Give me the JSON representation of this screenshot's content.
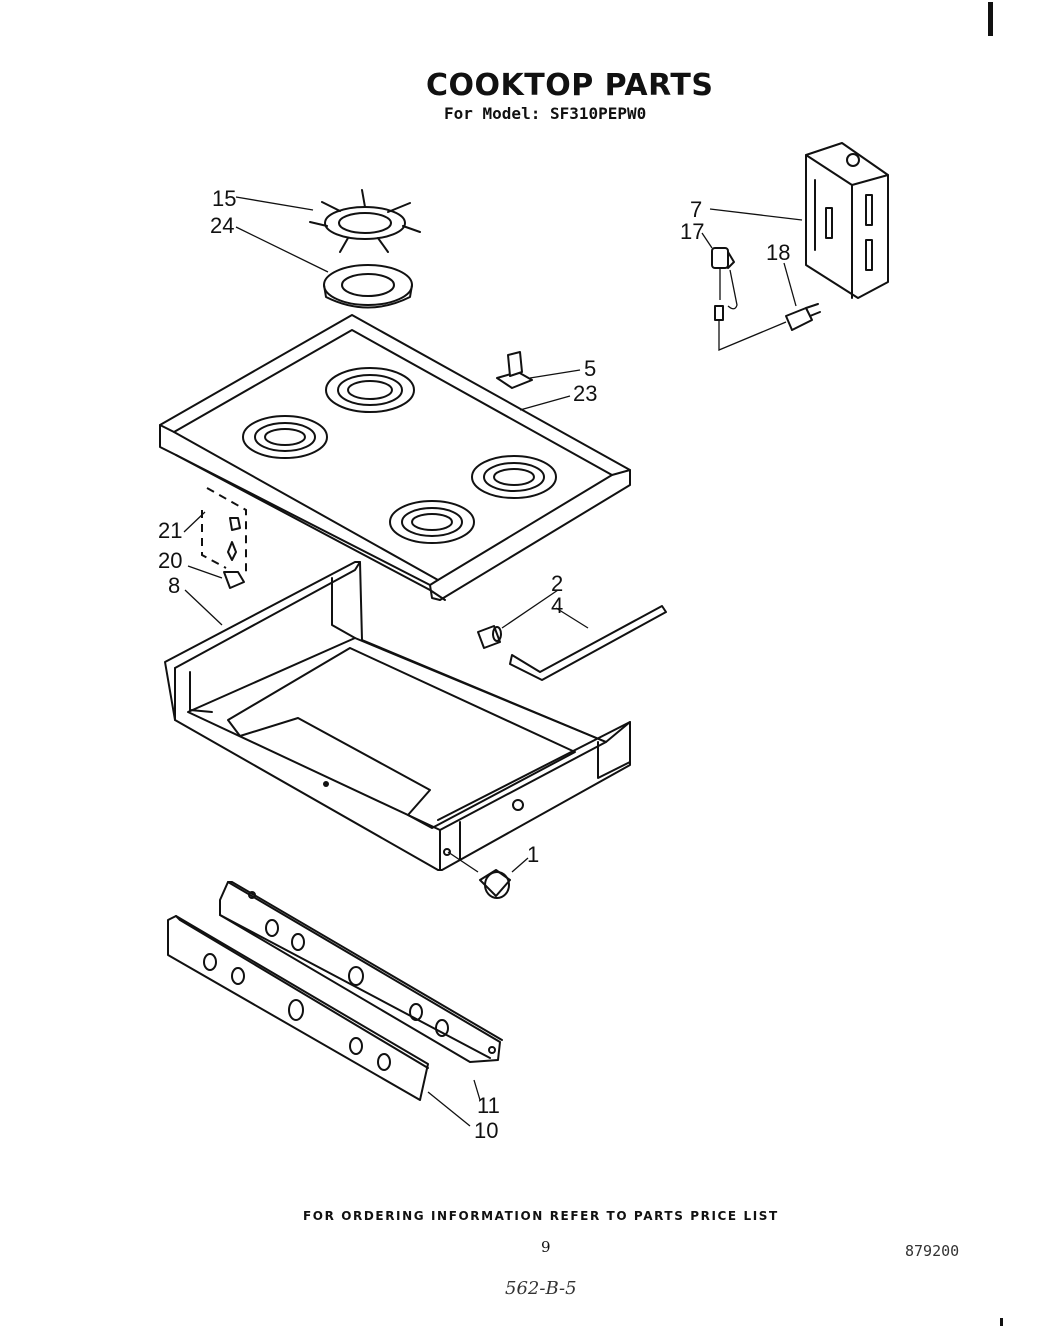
{
  "header": {
    "title": "COOKTOP PARTS",
    "model_line": "For Model: SF310PEPW0"
  },
  "callouts": {
    "c15": "15",
    "c24": "24",
    "c7": "7",
    "c17": "17",
    "c18": "18",
    "c5": "5",
    "c23": "23",
    "c21": "21",
    "c20": "20",
    "c8": "8",
    "c2": "2",
    "c4": "4",
    "c1": "1",
    "c11": "11",
    "c10": "10"
  },
  "footer": {
    "ordering_note": "FOR ORDERING INFORMATION REFER TO PARTS PRICE LIST",
    "page_number": "9",
    "document_code": "879200",
    "handwritten_note": "562-B-5"
  }
}
